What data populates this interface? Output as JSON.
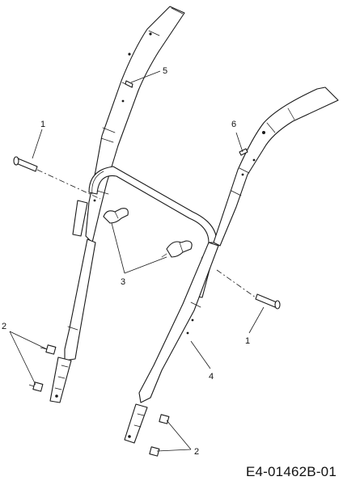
{
  "diagram": {
    "reference_code": "E4-01462B-01",
    "callouts": {
      "c1_top": "1",
      "c1_bottom": "1",
      "c2_left": "2",
      "c2_bottom": "2",
      "c3": "3",
      "c4": "4",
      "c5": "5",
      "c6": "6"
    }
  }
}
